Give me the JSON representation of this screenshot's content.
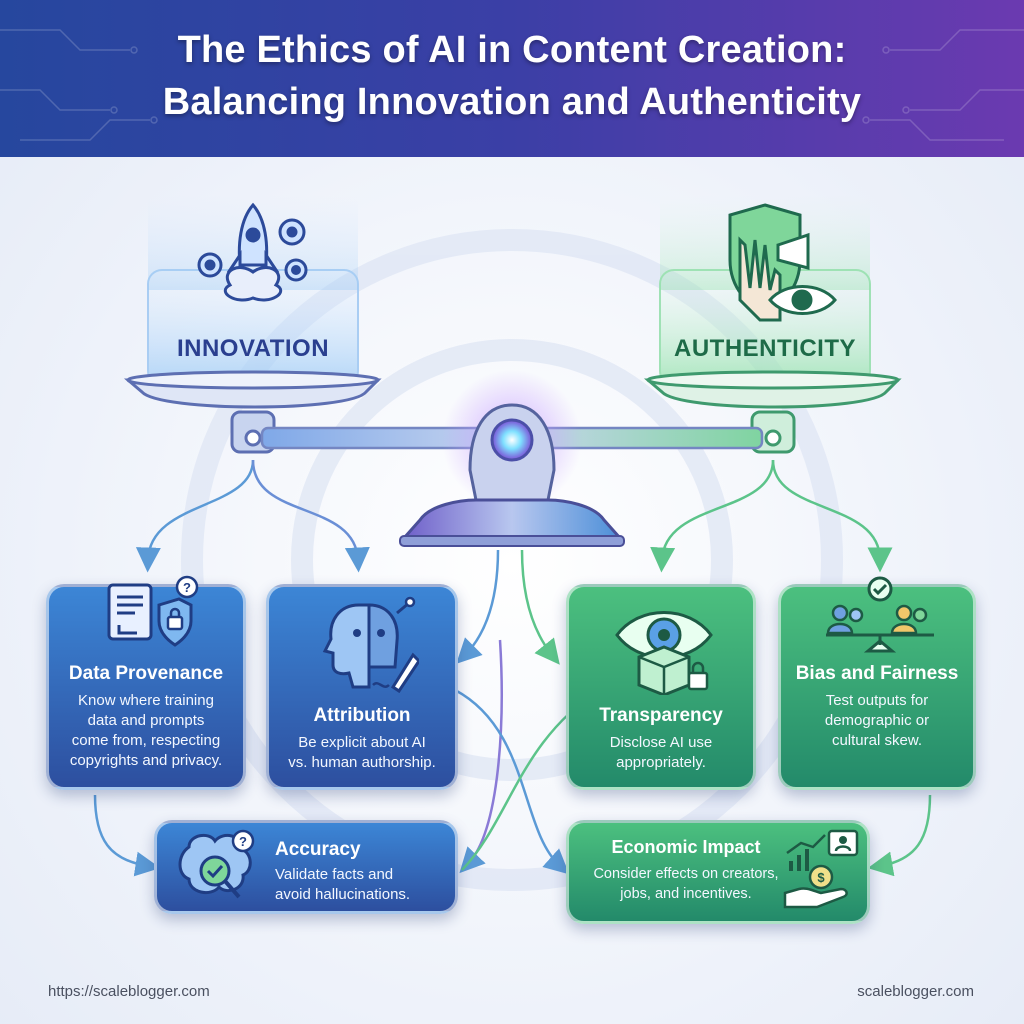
{
  "title": {
    "line1": "The Ethics of AI in Content Creation:",
    "line2": "Balancing Innovation and Authenticity"
  },
  "scale": {
    "left_label": "INNOVATION",
    "right_label": "AUTHENTICITY",
    "left_icon": "rocket-gears-icon",
    "right_icon": "shield-hand-eye-icon"
  },
  "cards": {
    "data_provenance": {
      "title": "Data Provenance",
      "lines": [
        "Know where training",
        "data and prompts",
        "come from, respecting",
        "copyrights and privacy."
      ],
      "icon": "document-shield-lock-icon"
    },
    "attribution": {
      "title": "Attribution",
      "lines": [
        "Be explicit about AI",
        "vs. human authorship."
      ],
      "icon": "human-robot-face-icon"
    },
    "transparency": {
      "title": "Transparency",
      "lines": [
        "Disclose AI use",
        "appropriately."
      ],
      "icon": "eye-box-lock-icon"
    },
    "bias_fairness": {
      "title": "Bias and Fairness",
      "lines": [
        "Test outputs for",
        "demographic or",
        "cultural skew."
      ],
      "icon": "people-scale-icon"
    },
    "accuracy": {
      "title": "Accuracy",
      "lines": [
        "Validate facts and",
        "avoid hallucinations."
      ],
      "icon": "brain-check-icon"
    },
    "economic_impact": {
      "title": "Economic Impact",
      "lines": [
        "Consider effects on creators,",
        "jobs, and incentives."
      ],
      "icon": "hand-dollar-chart-icon"
    }
  },
  "footer": {
    "left": "https://scaleblogger.com",
    "right": "scaleblogger.com"
  },
  "colors": {
    "blue_dark": "#2d4f9f",
    "blue_light": "#3c86d6",
    "green_dark": "#238a6a",
    "green_light": "#4cc07f",
    "header_left": "#26479e",
    "header_right": "#6b3ab0"
  }
}
